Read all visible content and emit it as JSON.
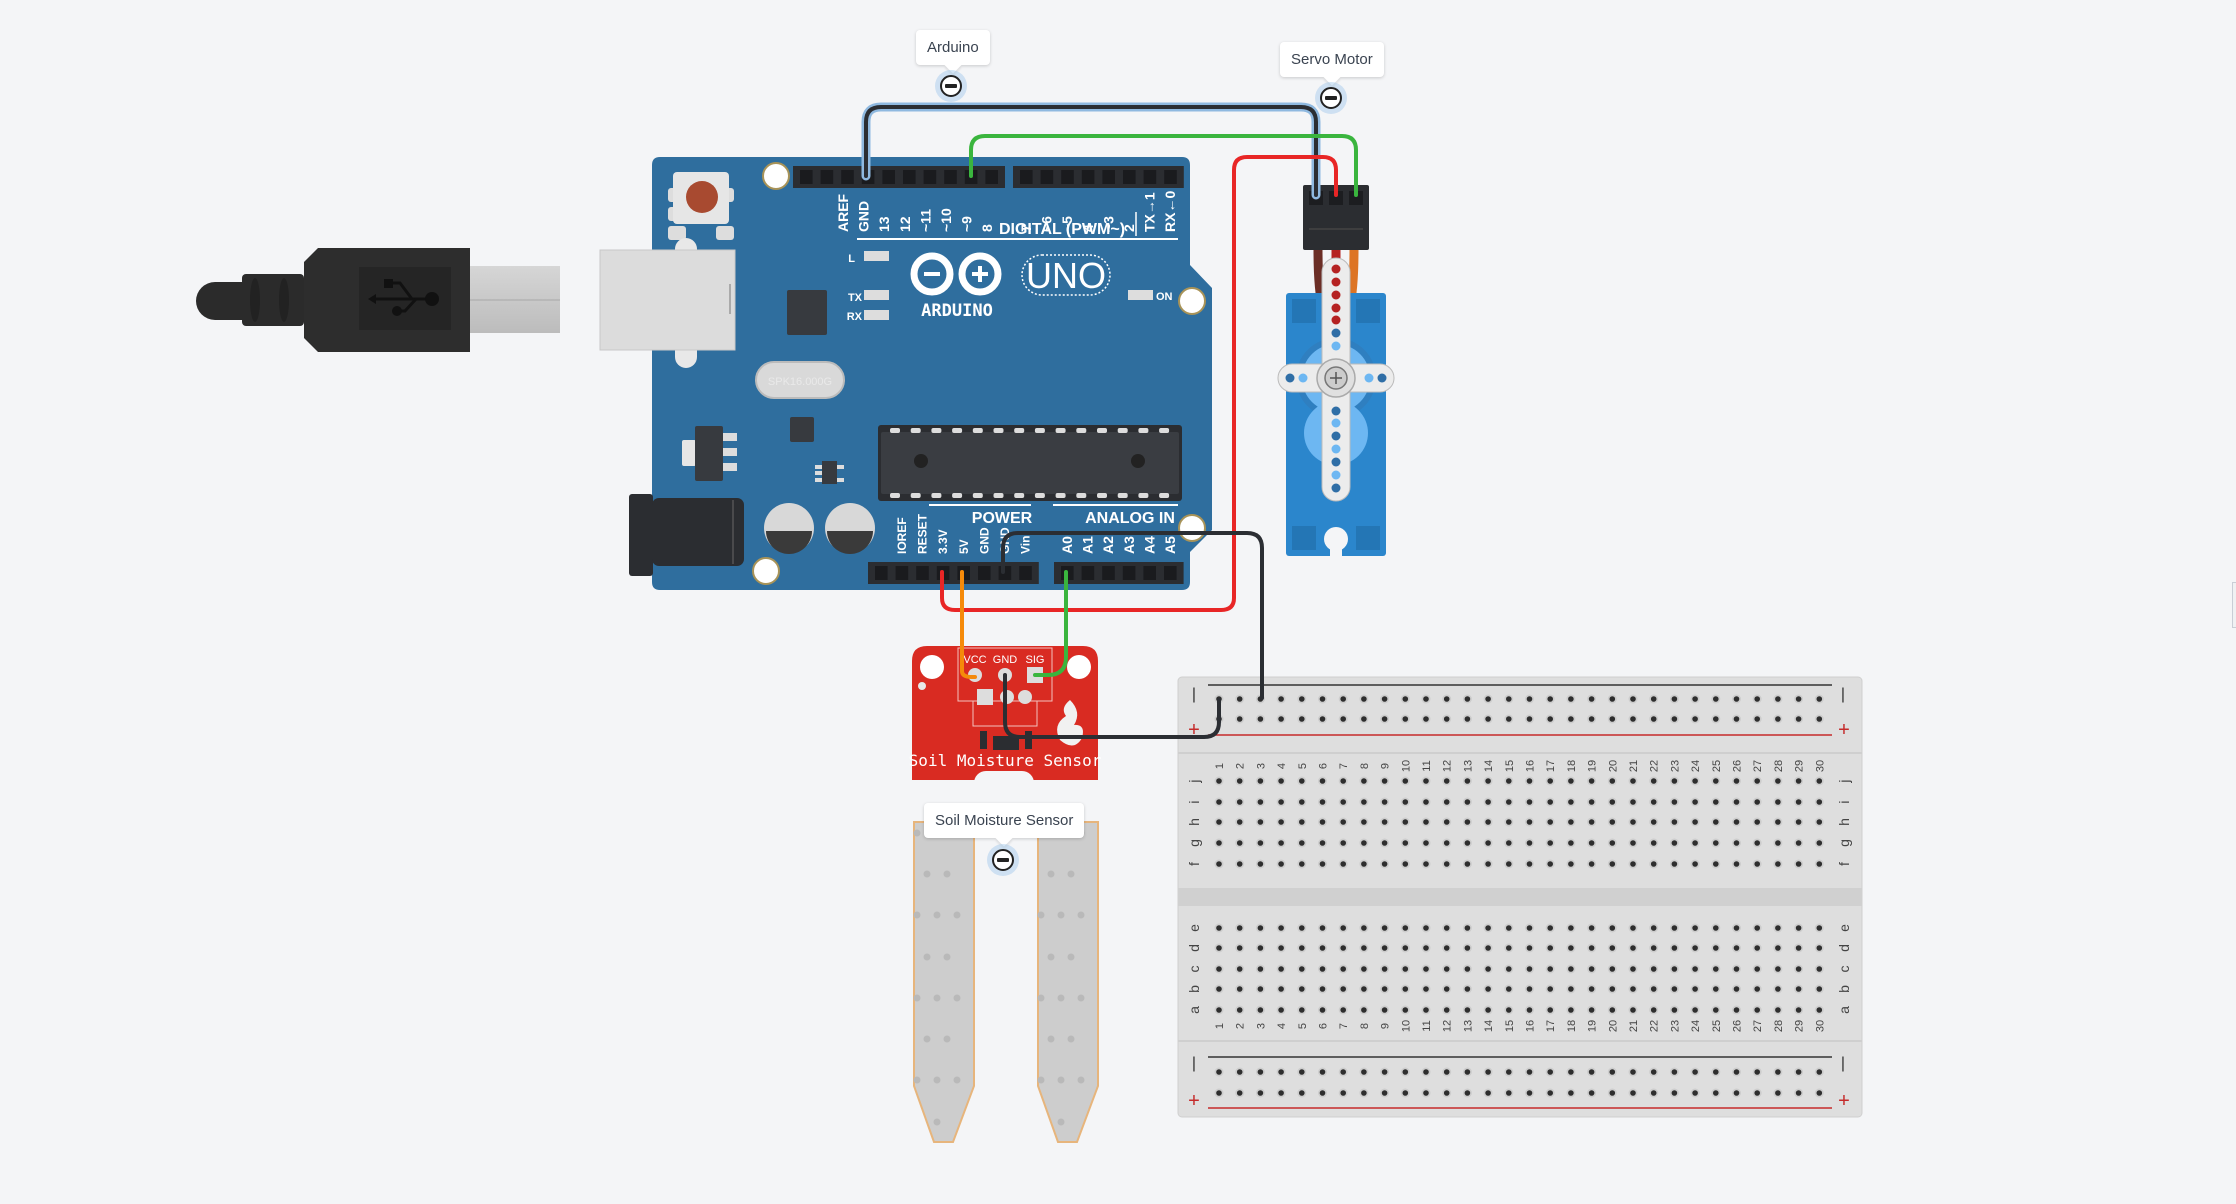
{
  "canvas": {
    "background": "#f4f5f7"
  },
  "labels": {
    "arduino": "Arduino",
    "servo": "Servo Motor",
    "sensor": "Soil Moisture Sensor"
  },
  "arduino": {
    "brand": "ARDUINO",
    "model": "UNO",
    "crystal": "SPK16.000G",
    "led_labels": {
      "l": "L",
      "tx": "TX",
      "rx": "RX",
      "on": "ON"
    },
    "digital_title": "DIGITAL (PWM~)",
    "power_title": "POWER",
    "analog_title": "ANALOG IN",
    "digital_pins_a": [
      "AREF",
      "GND",
      "13",
      "12",
      "~11",
      "~10",
      "~9",
      "8"
    ],
    "digital_pins_b": [
      "7",
      "~6",
      "~5",
      "4",
      "~3",
      "2",
      "TX→1",
      "RX←0"
    ],
    "power_pins": [
      "IOREF",
      "RESET",
      "3.3V",
      "5V",
      "GND",
      "GND",
      "Vin"
    ],
    "analog_pins": [
      "A0",
      "A1",
      "A2",
      "A3",
      "A4",
      "A5"
    ],
    "board_color": "#2f6e9e"
  },
  "sensor": {
    "title": "Soil Moisture Sensor",
    "pins": [
      "VCC",
      "GND",
      "SIG"
    ],
    "board_color": "#d92b22"
  },
  "breadboard": {
    "columns": 30,
    "top_rows": [
      "j",
      "i",
      "h",
      "g",
      "f"
    ],
    "bottom_rows": [
      "e",
      "d",
      "c",
      "b",
      "a"
    ],
    "rail_minus": "−",
    "rail_plus": "+"
  },
  "wires": [
    {
      "name": "gnd-to-servo",
      "from": "Arduino GND (digital)",
      "to": "Servo GND",
      "color": "#2b2e33",
      "selected": true
    },
    {
      "name": "pin9-to-servo",
      "from": "Arduino ~9",
      "to": "Servo signal",
      "color": "#3ab53e"
    },
    {
      "name": "power-to-servo",
      "from": "Arduino 3.3V",
      "to": "Servo power",
      "color": "#e82626"
    },
    {
      "name": "5v-to-sensor",
      "from": "Arduino 5V",
      "to": "Sensor VCC",
      "color": "#f58a0a"
    },
    {
      "name": "a0-to-sensor",
      "from": "Arduino A0",
      "to": "Sensor SIG",
      "color": "#3ab53e"
    },
    {
      "name": "gnd-to-breadboard",
      "from": "Arduino GND (power)",
      "to": "Breadboard − rail",
      "color": "#2b2e33"
    },
    {
      "name": "sensor-gnd-to-breadboard",
      "from": "Sensor GND",
      "to": "Breadboard − rail",
      "color": "#2b2e33"
    }
  ]
}
